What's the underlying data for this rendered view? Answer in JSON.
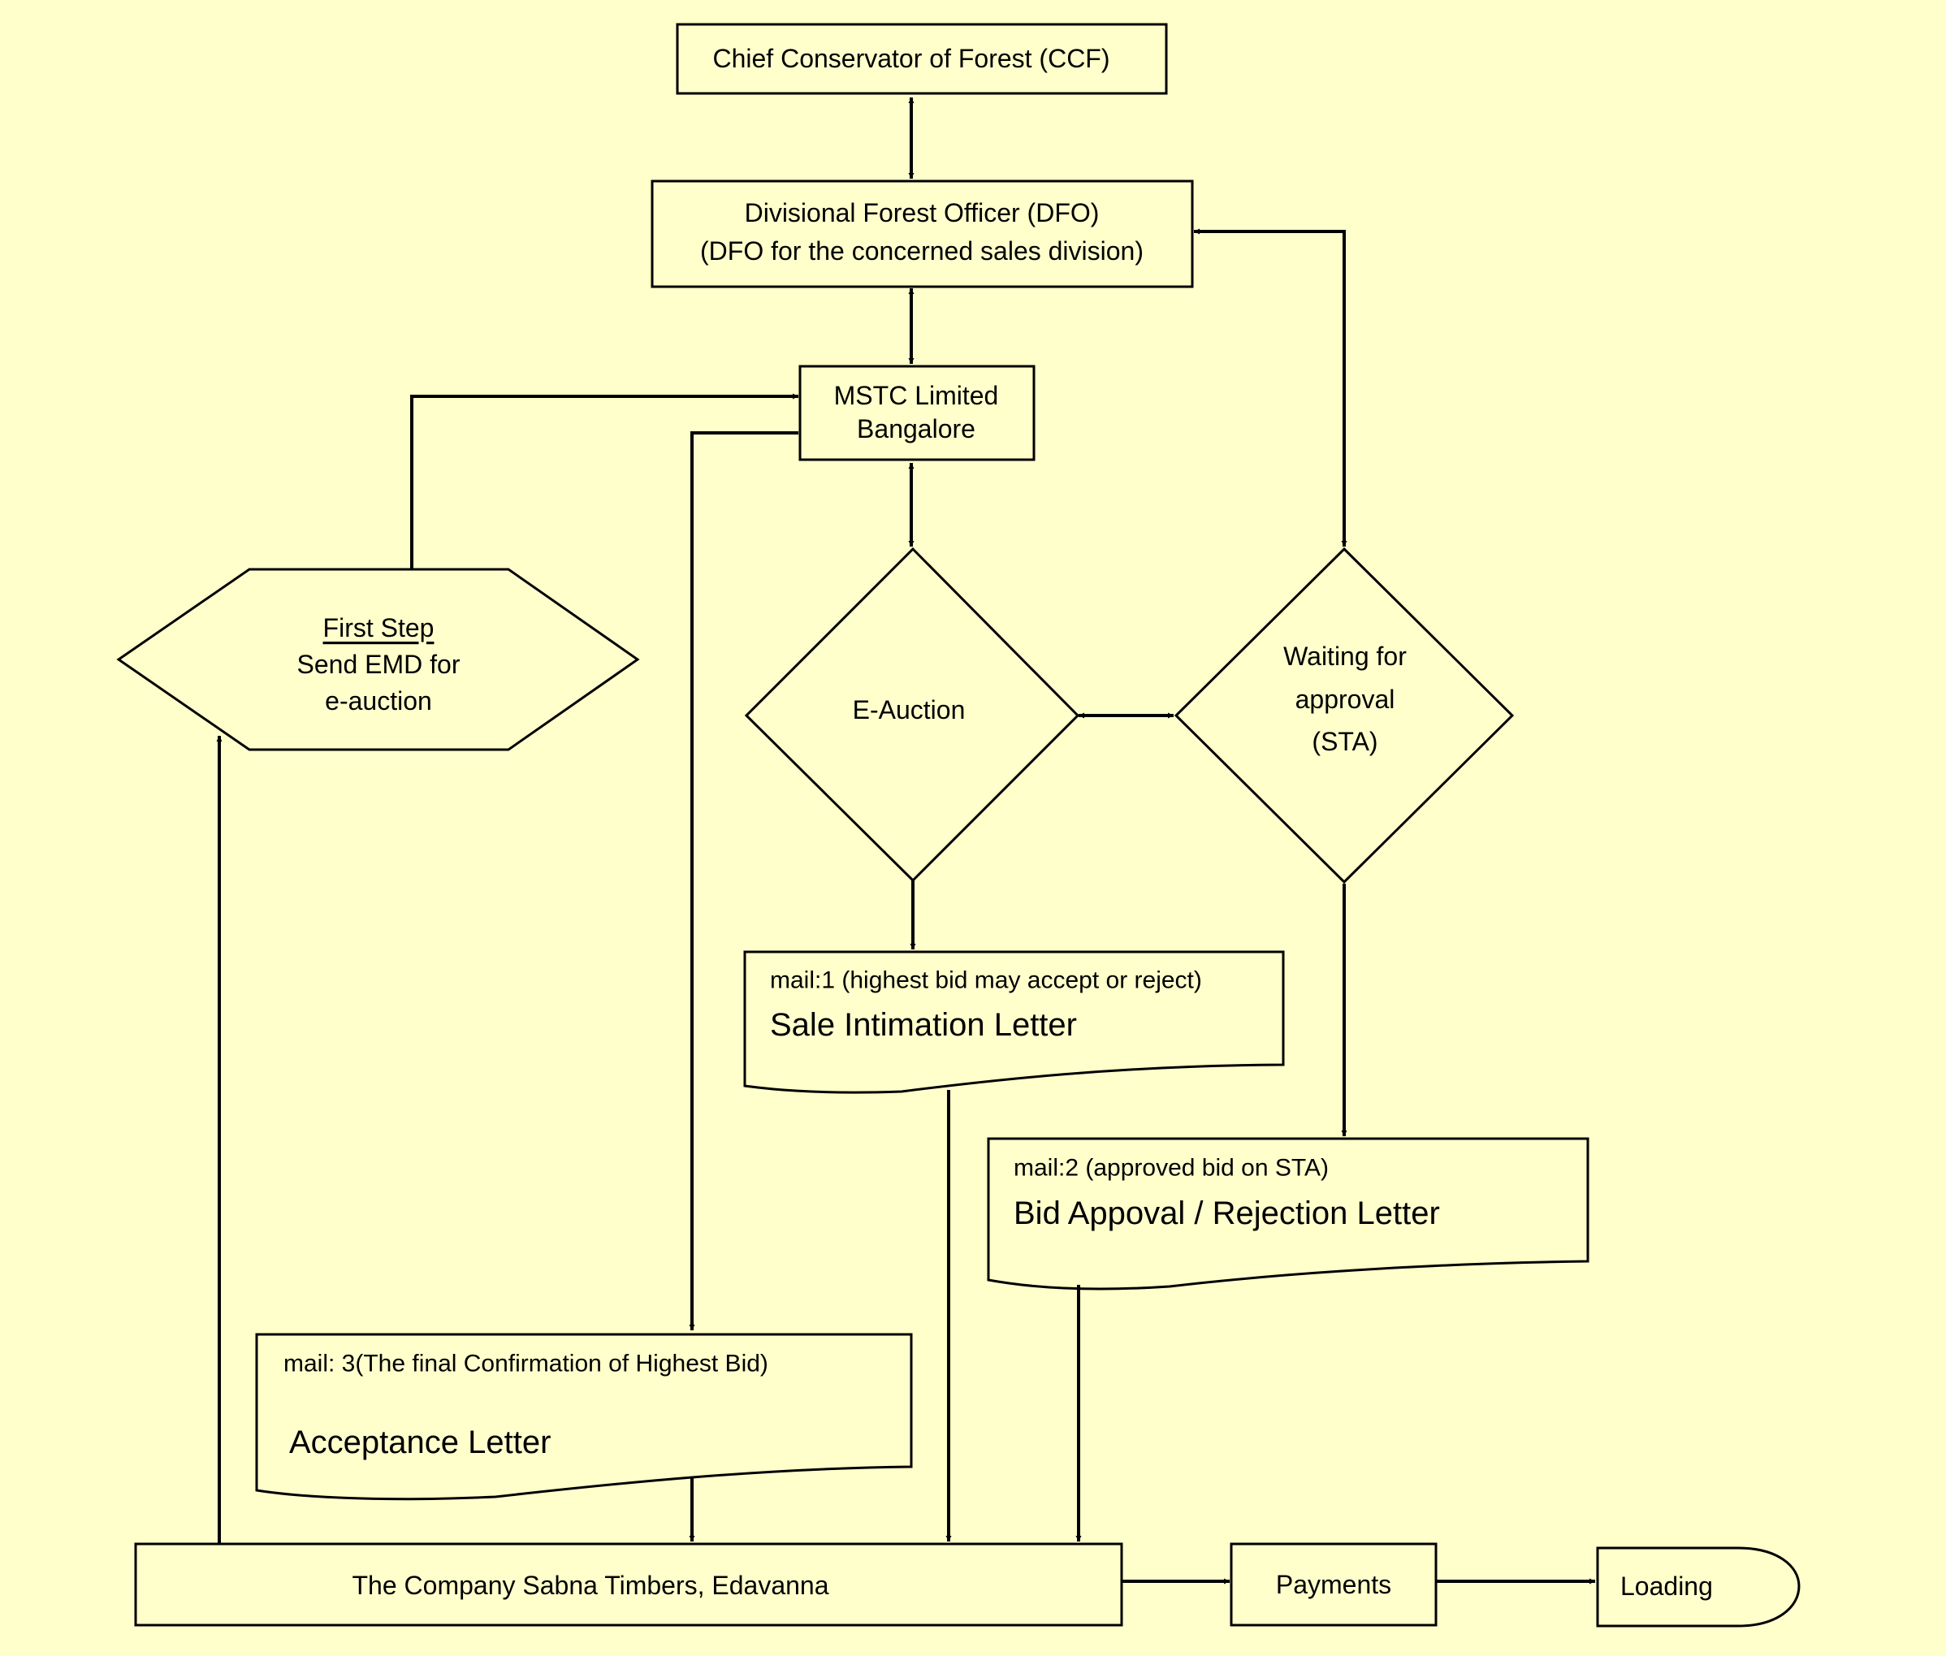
{
  "colors": {
    "background": "#ffffcc",
    "stroke": "#000000"
  },
  "nodes": {
    "ccf": {
      "label": "Chief Conservator of  Forest (CCF)"
    },
    "dfo": {
      "line1": "Divisional Forest Officer (DFO)",
      "line2": "(DFO for the concerned sales division)"
    },
    "mstc": {
      "line1": "MSTC Limited",
      "line2": "Bangalore"
    },
    "first_step": {
      "title": "First Step",
      "line2": "Send EMD for",
      "line3": "e-auction"
    },
    "e_auction": {
      "label": "E-Auction"
    },
    "waiting": {
      "line1": "Waiting for",
      "line2": "approval",
      "line3": "(STA)"
    },
    "mail1": {
      "caption": "mail:1  (highest bid may accept or reject)",
      "title": "Sale Intimation Letter"
    },
    "mail2": {
      "caption": "mail:2 (approved bid on STA)",
      "title": "Bid Appoval / Rejection Letter"
    },
    "mail3": {
      "caption": "mail: 3(The final Confirmation of Highest Bid)",
      "title": "Acceptance Letter"
    },
    "company": {
      "label": "The Company Sabna Timbers, Edavanna"
    },
    "payments": {
      "label": "Payments"
    },
    "loading": {
      "label": "Loading"
    }
  }
}
